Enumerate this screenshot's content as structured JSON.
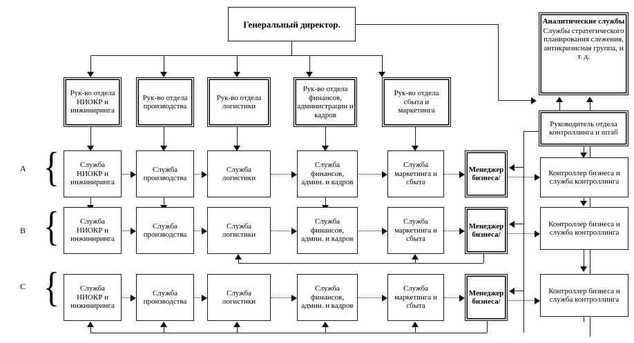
{
  "diagram": {
    "title_box": {
      "label": "Генеральный директор."
    },
    "analytics_box": {
      "heading": "Аналитические службы",
      "body": "Службы стратегического планирования слежения, антикризисная группа, и т. д."
    },
    "controlling_head_box": {
      "label": "Руководитель отдела контроллинга и штаб"
    },
    "department_heads": [
      {
        "label": "Рук-во отдела НИОКР и инжиниринга"
      },
      {
        "label": "Рук-во отдела производства"
      },
      {
        "label": "Рук-во отдела логистики"
      },
      {
        "label": "Рук-во отдела финансов, администрации и кадров"
      },
      {
        "label": "Рук-во отдела сбыта и маркетинга"
      }
    ],
    "row_labels": [
      "A",
      "B",
      "C"
    ],
    "service_columns": [
      "Служба НИОКР и инжиниринга",
      "Служба производства",
      "Служба логистики",
      "Служба финансов, админ. и кадров",
      "Служба маркетинга и сбыта"
    ],
    "manager_box": {
      "label": "Менеджер бизнеса/"
    },
    "controller_box": {
      "label": "Контроллер бизнеса и служба контроллинга"
    },
    "rows": [
      {
        "id": "A",
        "services": [
          "Служба НИОКР и инжиниринга",
          "Служба производства",
          "Служба логистики",
          "Служба финансов, админ. и кадров",
          "Служба маркетинга и сбыта"
        ],
        "manager": "Менеджер бизнеса/",
        "controller": "Контроллер бизнеса и служба контроллинга"
      },
      {
        "id": "B",
        "services": [
          "Служба НИОКР и инжиниринга",
          "Служба производства",
          "Служба логистики",
          "Служба финансов, админ. и кадров",
          "Служба маркетинга и сбыта"
        ],
        "manager": "Менеджер бизнеса/",
        "controller": "Контроллер бизнеса и служба контроллинга"
      },
      {
        "id": "C",
        "services": [
          "Служба НИОКР и инжиниринга",
          "Служба производства",
          "Служба логистики",
          "Служба финансов, админ. и кадров",
          "Служба маркетинга и сбыта"
        ],
        "manager": "Менеджер бизнеса/",
        "controller": "Контроллер бизнеса и служба контроллинга"
      }
    ],
    "colors": {
      "line": "#1a1a1a",
      "box_border": "#1a1a1a",
      "background": "#ffffff"
    }
  }
}
